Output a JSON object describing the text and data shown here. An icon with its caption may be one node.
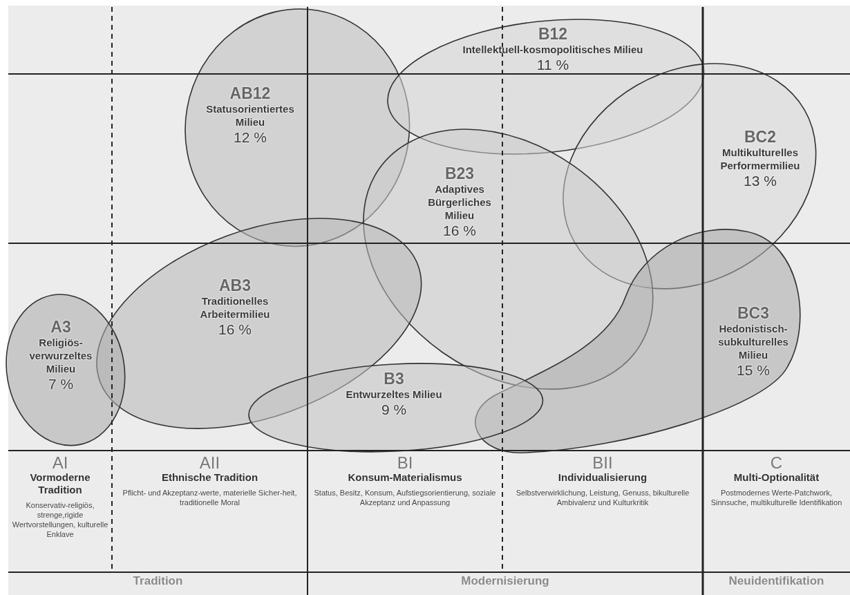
{
  "diagram": {
    "nodes": [
      {
        "text": [
          "AB12",
          "Statusorientiertes Milieu",
          "12 %"
        ]
      },
      {
        "text": [
          "B12",
          "Intellektuell-kosmopolitisches Milieu",
          "11 %"
        ]
      },
      {
        "text": [
          "BC2",
          "Multikulturelles Performermilieu",
          "13 %"
        ]
      },
      {
        "text": [
          "B23",
          "Adaptives Bürgerliches Milieu",
          "16 %"
        ]
      },
      {
        "text": [
          "AB3",
          "Traditionelles Arbeitermilieu",
          "16 %"
        ]
      },
      {
        "text": [
          "BC3",
          "Hedonistisch-subkulturelles Milieu",
          "15 %"
        ]
      },
      {
        "text": [
          "A3",
          "Religiös-verwurzeltes Milieu",
          "7 %"
        ]
      },
      {
        "text": [
          "B3",
          "Entwurzeltes Milieu",
          "9 %"
        ]
      },
      {
        "text": [
          "AI",
          "Vormoderne Tradition",
          "Konservativ-religiös, strenge,rigide Wertvorstellungen, kulturelle Enklave"
        ]
      },
      {
        "text": [
          "AII",
          "Ethnische Tradition",
          "Pflicht- und Akzeptanz-werte, materielle Sicher-heit, traditionelle Moral"
        ]
      },
      {
        "text": [
          "BI",
          "Konsum-Materialismus",
          "Status, Besitz, Konsum, Aufstiegsorientierung, soziale Akzeptanz und Anpassung"
        ]
      },
      {
        "text": [
          "BII",
          "Individualisierung",
          "Selbstverwirklichung, Leistung, Genuss, bikulturelle Ambivalenz und Kulturkritik"
        ]
      },
      {
        "text": [
          "C",
          "Multi-Optionalität",
          "Postmodernes Werte-Patchwork, Sinnsuche, multikulturelle Identifikation"
        ]
      },
      {
        "text": [
          "Tradition"
        ]
      },
      {
        "text": [
          "Modernisierung"
        ]
      },
      {
        "text": [
          "Neuidentifikation"
        ]
      }
    ]
  }
}
